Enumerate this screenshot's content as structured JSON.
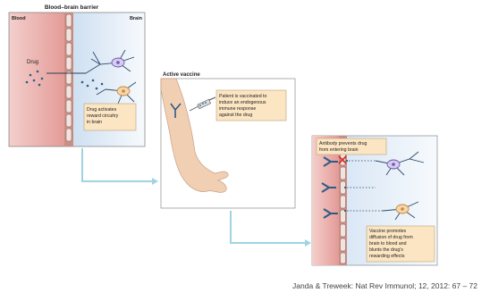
{
  "panel1": {
    "title": "Blood–brain barrier",
    "blood_label": "Blood",
    "brain_label": "Brain",
    "drug_label": "Drug",
    "note": [
      "Drug activates",
      "reward circuitry",
      "in brain"
    ]
  },
  "panel2": {
    "title": "Active vaccine",
    "note": [
      "Patient is vaccinated to",
      "induce an endogenous",
      "immune response",
      "against the drug"
    ]
  },
  "panel3": {
    "note_top": [
      "Antibody prevents drug",
      "from entering brain"
    ],
    "note_bottom": [
      "Vaccine promotes",
      "diffusion of drug from",
      "brain to blood and",
      "blunts the drug's",
      "rewarding effects"
    ]
  },
  "caption": "Janda & Treweek: Nat Rev Immunol; 12, 2012: 67 – 72",
  "colors": {
    "blood": "#e8a3a0",
    "brain": "#dfe9f6",
    "note_fill": "#fbe5c2",
    "arrow": "#9fd4e2",
    "cross": "#d0302c"
  }
}
